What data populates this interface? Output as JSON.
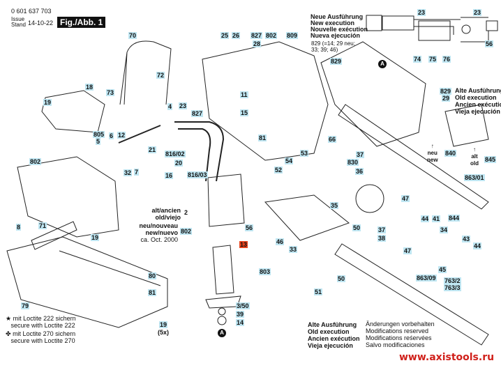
{
  "header": {
    "part_number": "0 601 637 703",
    "issue_label": "Issue",
    "stand_label": "Stand",
    "date": "14-10-22",
    "figure": "Fig./Abb. 1"
  },
  "new_execution": [
    "Neue Ausführung",
    "New execution",
    "Nouvelle exécution",
    "Nueva ejecución"
  ],
  "note_829": "829 (=14; 29 neu; 33; 39; 46)",
  "old_execution_right": [
    "Alte Ausführung",
    "Old execution",
    "Ancien exécution",
    "Vieja ejecución"
  ],
  "old_execution_bottom": [
    "Alte Ausführung",
    "Old execution",
    "Ancien exécution",
    "Vieja ejecución"
  ],
  "motor_note": {
    "old": [
      "alt/ancien",
      "old/viejo"
    ],
    "new": [
      "neu/nouveau",
      "new/nuevo",
      "ca. Oct. 2000"
    ]
  },
  "arrows": {
    "new": [
      "neu",
      "new"
    ],
    "old": [
      "alt",
      "old"
    ]
  },
  "loctite": [
    {
      "icon": "star-icon",
      "symbol": "★",
      "lines": [
        "mit Loctite 222 sichern",
        "secure with Loctite 222"
      ]
    },
    {
      "icon": "cross-icon",
      "symbol": "✤",
      "lines": [
        "mit Loctite 270 sichern",
        "secure with Loctite 270"
      ]
    }
  ],
  "modifications": [
    "Änderungen vorbehalten",
    "Modifications reserved",
    "Modifications reśervées",
    "Salvo modificaciones"
  ],
  "marker": "A",
  "watermark": "www.axistools.ru",
  "callouts": [
    "70",
    "72",
    "73",
    "18",
    "19",
    "805",
    "5",
    "6",
    "12",
    "21",
    "7",
    "32",
    "4",
    "23",
    "827",
    "816/02",
    "20",
    "16",
    "816/03",
    "25",
    "26",
    "827",
    "28",
    "802",
    "809",
    "11",
    "15",
    "81",
    "54",
    "53",
    "52",
    "66",
    "829",
    "74",
    "75",
    "76",
    "23",
    "23",
    "56",
    "829",
    "29",
    "840",
    "845",
    "37",
    "830",
    "36",
    "863/01",
    "35",
    "47",
    "33",
    "46",
    "50",
    "37",
    "38",
    "47",
    "844",
    "44",
    "41",
    "34",
    "43",
    "44",
    "45",
    "863/09",
    "763/2",
    "763/3",
    "51",
    "50",
    "13",
    "803",
    "3/50",
    "39",
    "14",
    "2",
    "802",
    "56",
    "19",
    "71",
    "8",
    "802",
    "80",
    "81",
    "79",
    "19",
    "(5x)"
  ],
  "highlight_color": "#bfe6f2",
  "accent_color": "#e8431c"
}
